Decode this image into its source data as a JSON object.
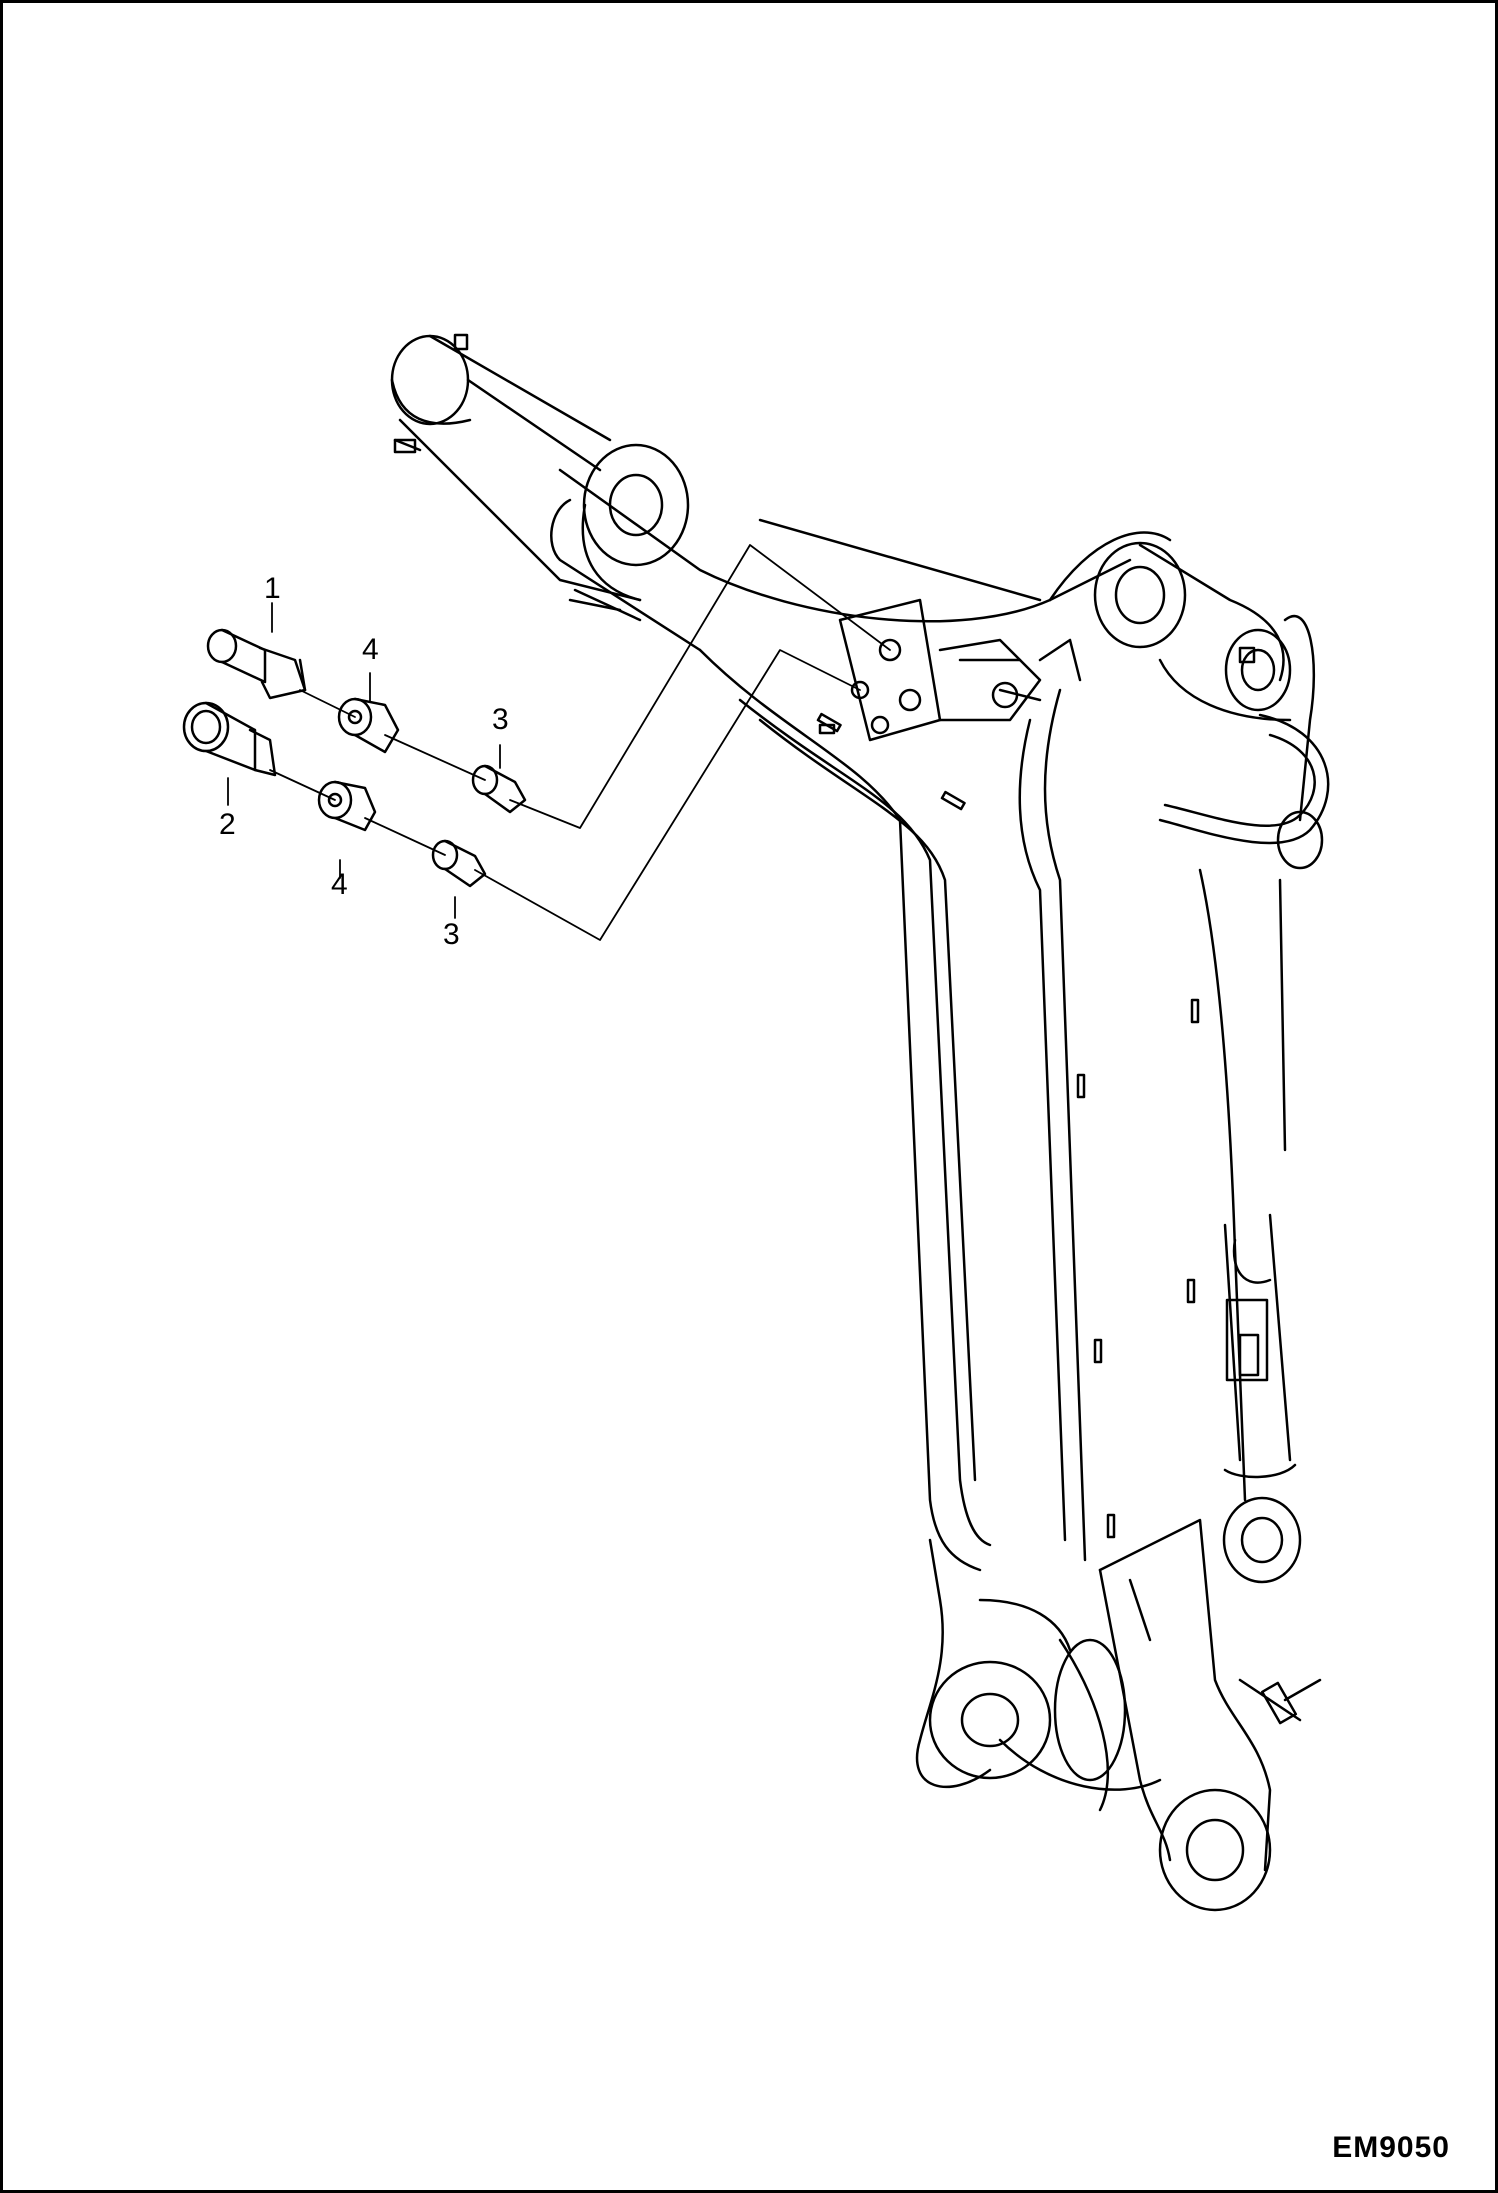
{
  "figure_code": "EM9050",
  "callouts": [
    "1",
    "2",
    "3",
    "3",
    "4",
    "4"
  ],
  "colors": {
    "line": "#000000",
    "background": "#ffffff"
  }
}
